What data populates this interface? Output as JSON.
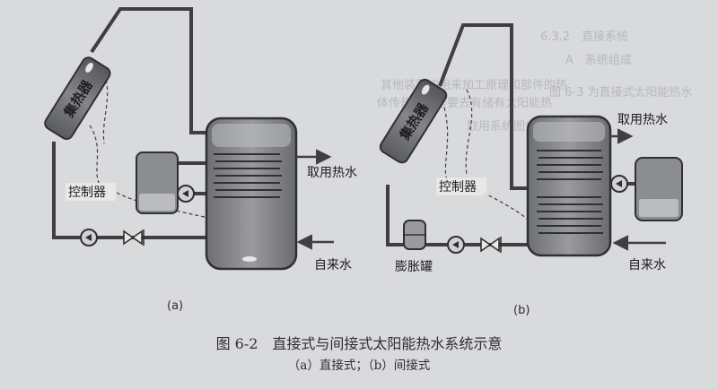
{
  "figure": {
    "title": "图 6-2　直接式与间接式太阳能热水系统示意",
    "subtitle": "（a）直接式；（b）间接式"
  },
  "diagram_a": {
    "panel_label": "(a)",
    "collector_label": "集热器",
    "controller_label": "控制器",
    "hot_water_label": "取用热水",
    "tap_water_label": "自来水"
  },
  "diagram_b": {
    "panel_label": "(b)",
    "collector_label": "集热器",
    "controller_label": "控制器",
    "hot_water_label": "取用热水",
    "tap_water_label": "自来水",
    "expansion_tank_label": "膨胀罐"
  },
  "colors": {
    "page": "#d9dadc",
    "pipe": "#3f3f42",
    "tank_fill": "#8a8b8e",
    "tank_dark": "#5d5e61",
    "label_box": "#e9e9ea"
  },
  "background_text": [
    "其他装置均用来加工原理和部件的热",
    "体传热且将是要去有储有太阳能热",
    "6.3.2　直接系统",
    "A　系统组成",
    "图 6-3 为直接式太阳能热水",
    "取用系统图如图所示"
  ]
}
